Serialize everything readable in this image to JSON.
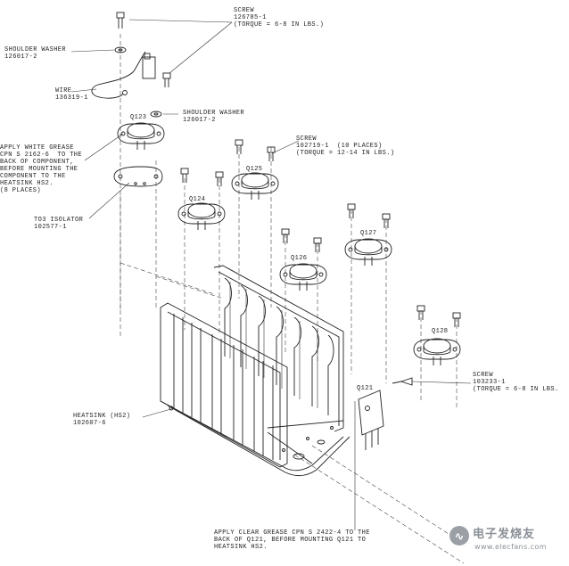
{
  "labels": {
    "screw_top": "SCREW",
    "screw_top_pn": "126785-1",
    "screw_top_torque": "(TORQUE = 6-8 IN LBS.)",
    "shoulder_washer_1": "SHOULDER WASHER",
    "shoulder_washer_1_pn": "126017-2",
    "wire": "WIRE",
    "wire_pn": "136319-1",
    "shoulder_washer_2": "SHOULDER WASHER",
    "shoulder_washer_2_pn": "126017-2",
    "q123": "Q123",
    "grease_white_1": "APPLY WHITE GREASE",
    "grease_white_2": "CPN S 2162-6  TO THE",
    "grease_white_3": "BACK OF COMPONENT,",
    "grease_white_4": "BEFORE MOUNTING THE",
    "grease_white_5": "COMPONENT TO THE",
    "grease_white_6": "HEATSINK HS2.",
    "grease_white_7": "(8 PLACES)",
    "screw_mid": "SCREW",
    "screw_mid_pn": "102719-1  (10 PLACES)",
    "screw_mid_torque": "(TORQUE = 12-14 IN LBS.)",
    "q125": "Q125",
    "q124": "Q124",
    "isolator": "TO3 ISOLATOR",
    "isolator_pn": "102577-1",
    "q127": "Q127",
    "q126": "Q126",
    "q128": "Q128",
    "screw_right": "SCREW",
    "screw_right_pn": "103233-1",
    "screw_right_torque": "(TORQUE = 6-8 IN LBS.",
    "q121": "Q121",
    "heatsink": "HEATSINK (HS2)",
    "heatsink_pn": "102607-6",
    "grease_clear_1": "APPLY CLEAR GREASE CPN S 2422-4 TO THE",
    "grease_clear_2": "BACK OF Q121, BEFORE MOUNTING Q121 TO",
    "grease_clear_3": "HEATSINK HS2."
  },
  "watermark": {
    "brand": "电子发烧友",
    "url": "www.elecfans.com"
  },
  "colors": {
    "line": "#222222",
    "watermark": "#9aa0a6"
  }
}
